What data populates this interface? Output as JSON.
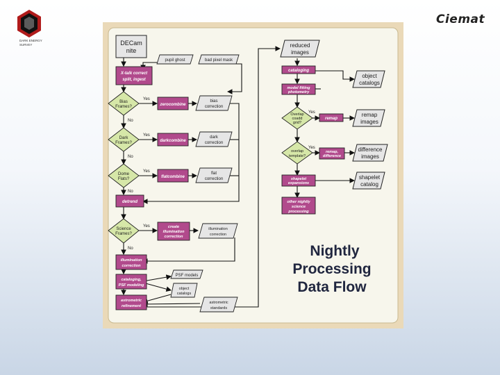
{
  "logo_left": {
    "line1": "DARK ENERGY",
    "line2": "SURVEY"
  },
  "logo_right": {
    "text": "Ciemat"
  },
  "diagram": {
    "title_lines": [
      "Nightly",
      "Processing",
      "Data Flow"
    ],
    "left_column": {
      "decam_nite": [
        "DECam",
        "nite"
      ],
      "xtalk": [
        "X-talk correct",
        "split, ingest"
      ],
      "bias_q": [
        "Bias",
        "Frames?"
      ],
      "dark_q": [
        "Dark",
        "Frames?"
      ],
      "dome_q": [
        "Dome",
        "Flats?"
      ],
      "detrend": "detrend",
      "science_q": [
        "Science",
        "Frames?"
      ],
      "illum_corr": [
        "illumination",
        "correction"
      ],
      "cataloging_psf": [
        "cataloging,",
        "PSF modeling"
      ],
      "astrometric_refinement": [
        "astrometric",
        "refinement"
      ]
    },
    "inputs": {
      "pupil_ghost": "pupil ghost",
      "bad_pixel_mask": "bad pixel mask"
    },
    "middle": {
      "zerocombine": "zerocombine",
      "darkcombine": "darkcombine",
      "flatcombine": "flatcombine",
      "create_illum": [
        "create",
        "illumination",
        "correction"
      ]
    },
    "products": {
      "bias_correction": [
        "bias",
        "correction"
      ],
      "dark_correction": [
        "dark",
        "correction"
      ],
      "flat_correction": [
        "flat",
        "correction"
      ],
      "illum_correction": [
        "illumination",
        "correction"
      ],
      "psf_models": "PSF models",
      "object_catalogs": [
        "object",
        "catalogs"
      ],
      "astrometric_standards": [
        "astrometric",
        "standards"
      ]
    },
    "right_column": {
      "reduced_images": [
        "reduced",
        "images"
      ],
      "cataloging": "cataloging",
      "model_fitting": [
        "model fitting",
        "photometry"
      ],
      "overlap_coadd_q": [
        "Overlap",
        "coadd",
        "grid?"
      ],
      "remap": "remap",
      "overlap_template_q": [
        "overlap",
        "template?"
      ],
      "remap_difference": [
        "remap,",
        "difference"
      ],
      "shapelet_expansions": [
        "shapelet",
        "expansions"
      ],
      "other_science": [
        "other nightly",
        "science",
        "processing"
      ]
    },
    "right_outputs": {
      "object_catalogs": [
        "object",
        "catalogs"
      ],
      "remap_images": [
        "remap",
        "images"
      ],
      "difference_images": [
        "difference",
        "images"
      ],
      "shapelet_catalog": [
        "shapelet",
        "catalog"
      ]
    },
    "labels": {
      "yes": "Yes",
      "no": "No"
    }
  },
  "colors": {
    "slide_bg": "#ead9b8",
    "panel": "#f7f6ec",
    "process": "#b14a8c",
    "decision": "#d6e7a8",
    "io": "#e6e6e6",
    "title": "#20263f"
  }
}
